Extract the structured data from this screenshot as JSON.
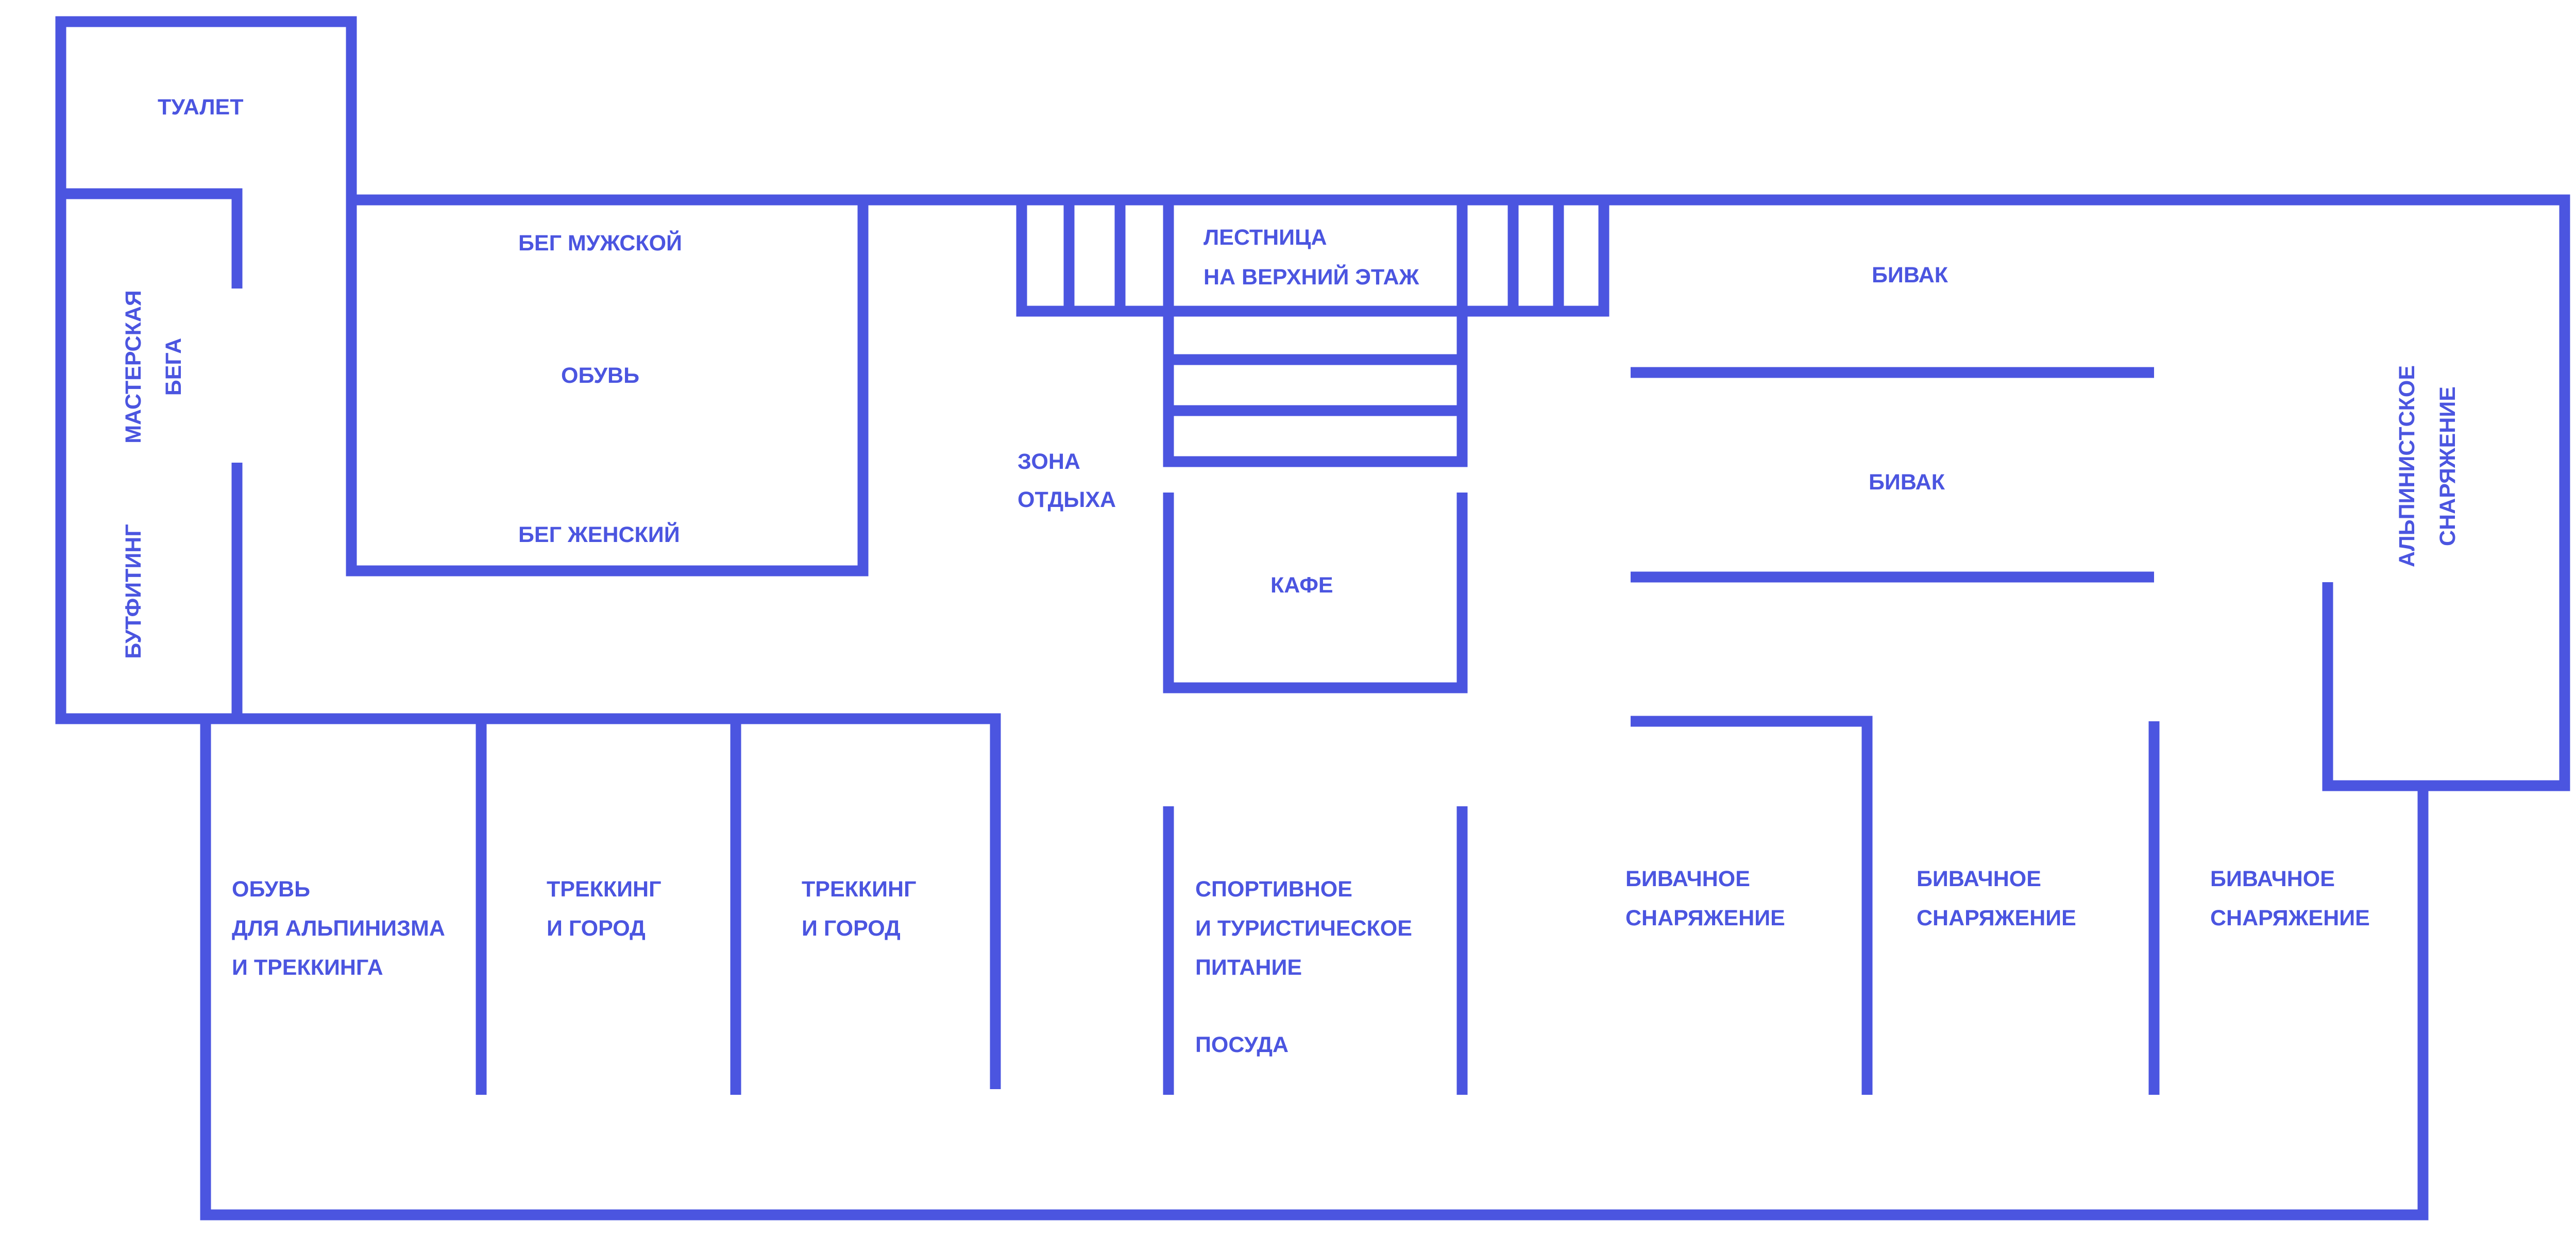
{
  "colors": {
    "line": "#4b55e0",
    "background": "#ffffff"
  },
  "rooms": {
    "toilet": [
      "ТУАЛЕТ"
    ],
    "running_workshop": [
      "МАСТЕРСКАЯ",
      "БЕГА"
    ],
    "bootfitting": [
      "БУТФИТИНГ"
    ],
    "running_men": [
      "БЕГ МУЖСКОЙ"
    ],
    "shoes": [
      "ОБУВЬ"
    ],
    "running_women": [
      "БЕГ ЖЕНСКИЙ"
    ],
    "rest_zone": [
      "ЗОНА",
      "ОТДЫХА"
    ],
    "stairs": [
      "ЛЕСТНИЦА",
      "НА ВЕРХНИЙ ЭТАЖ"
    ],
    "cafe": [
      "КАФЕ"
    ],
    "bivouac_1": [
      "БИВАК"
    ],
    "bivouac_2": [
      "БИВАК"
    ],
    "mountaineering_gear": [
      "АЛЬПИНИСТСКОЕ",
      "СНАРЯЖЕНИЕ"
    ],
    "shoes_mountaineering": [
      "ОБУВЬ",
      "ДЛЯ АЛЬПИНИЗМА",
      "И ТРЕККИНГА"
    ],
    "trekking_city_1": [
      "ТРЕККИНГ",
      "И ГОРОД"
    ],
    "trekking_city_2": [
      "ТРЕККИНГ",
      "И ГОРОД"
    ],
    "sport_nutrition": [
      "СПОРТИВНОЕ",
      "И ТУРИСТИЧЕСКОЕ",
      "ПИТАНИЕ"
    ],
    "cookware": [
      "ПОСУДА"
    ],
    "bivouac_gear_1": [
      "БИВАЧНОЕ",
      "СНАРЯЖЕНИЕ"
    ],
    "bivouac_gear_2": [
      "БИВАЧНОЕ",
      "СНАРЯЖЕНИЕ"
    ],
    "bivouac_gear_3": [
      "БИВАЧНОЕ",
      "СНАРЯЖЕНИЕ"
    ]
  }
}
